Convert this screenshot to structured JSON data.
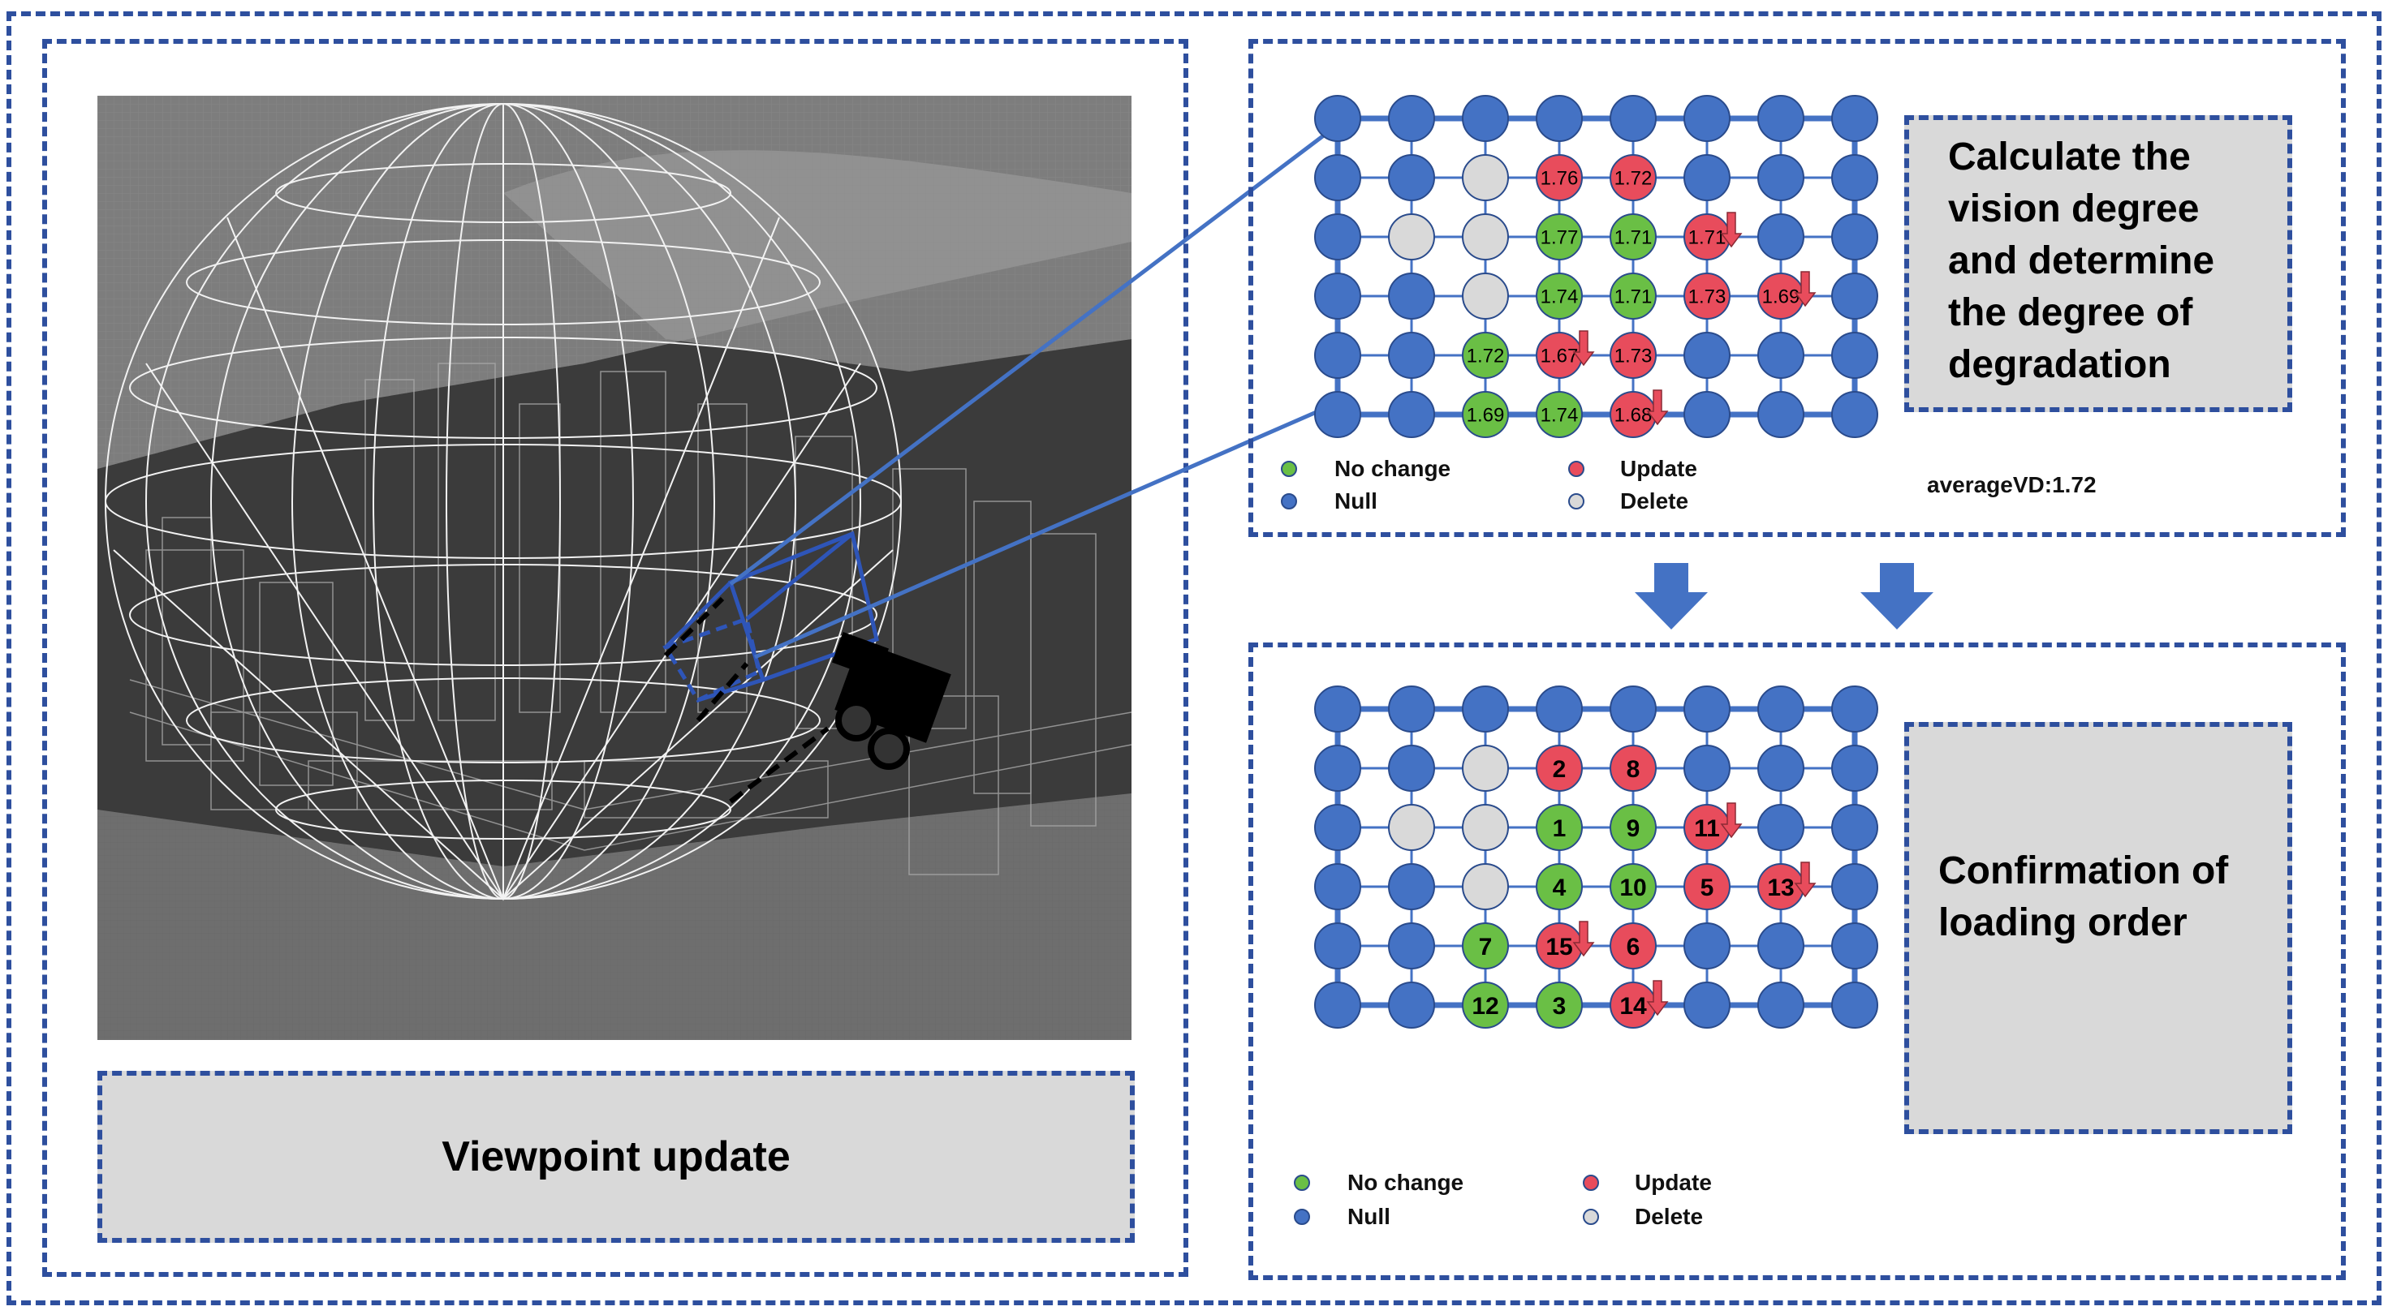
{
  "colors": {
    "border": "#2e4f9e",
    "node_null": "#4472c4",
    "node_nochange": "#6abf45",
    "node_update": "#e84c5c",
    "node_delete": "#d9d9d9",
    "panel_gray": "#d9d9d9",
    "scene_bg": "#3a3a3a"
  },
  "left_panel": {
    "label": "Viewpoint update"
  },
  "top_right": {
    "title": "Calculate the vision degree and determine the degree of degradation",
    "average": "averageVD:1.72"
  },
  "bottom_right": {
    "title": "Confirmation of loading order"
  },
  "legend": {
    "no_change": "No change",
    "update": "Update",
    "null": "Null",
    "delete": "Delete"
  },
  "grid_top": {
    "rows": [
      [
        {
          "s": "null"
        },
        {
          "s": "null"
        },
        {
          "s": "null"
        },
        {
          "s": "null"
        },
        {
          "s": "null"
        },
        {
          "s": "null"
        },
        {
          "s": "null"
        },
        {
          "s": "null"
        }
      ],
      [
        {
          "s": "null"
        },
        {
          "s": "null"
        },
        {
          "s": "delete"
        },
        {
          "s": "update",
          "t": "1.76"
        },
        {
          "s": "update",
          "t": "1.72"
        },
        {
          "s": "null"
        },
        {
          "s": "null"
        },
        {
          "s": "null"
        }
      ],
      [
        {
          "s": "null"
        },
        {
          "s": "delete"
        },
        {
          "s": "delete"
        },
        {
          "s": "nochange",
          "t": "1.77"
        },
        {
          "s": "nochange",
          "t": "1.71"
        },
        {
          "s": "update",
          "t": "1.71",
          "a": true
        },
        {
          "s": "null"
        },
        {
          "s": "null"
        }
      ],
      [
        {
          "s": "null"
        },
        {
          "s": "null"
        },
        {
          "s": "delete"
        },
        {
          "s": "nochange",
          "t": "1.74"
        },
        {
          "s": "nochange",
          "t": "1.71"
        },
        {
          "s": "update",
          "t": "1.73"
        },
        {
          "s": "update",
          "t": "1.69",
          "a": true
        },
        {
          "s": "null"
        }
      ],
      [
        {
          "s": "null"
        },
        {
          "s": "null"
        },
        {
          "s": "nochange",
          "t": "1.72"
        },
        {
          "s": "update",
          "t": "1.67",
          "a": true
        },
        {
          "s": "update",
          "t": "1.73"
        },
        {
          "s": "null"
        },
        {
          "s": "null"
        },
        {
          "s": "null"
        }
      ],
      [
        {
          "s": "null"
        },
        {
          "s": "null"
        },
        {
          "s": "nochange",
          "t": "1.69"
        },
        {
          "s": "nochange",
          "t": "1.74"
        },
        {
          "s": "update",
          "t": "1.68",
          "a": true
        },
        {
          "s": "null"
        },
        {
          "s": "null"
        },
        {
          "s": "null"
        }
      ]
    ]
  },
  "grid_bottom": {
    "rows": [
      [
        {
          "s": "null"
        },
        {
          "s": "null"
        },
        {
          "s": "null"
        },
        {
          "s": "null"
        },
        {
          "s": "null"
        },
        {
          "s": "null"
        },
        {
          "s": "null"
        },
        {
          "s": "null"
        }
      ],
      [
        {
          "s": "null"
        },
        {
          "s": "null"
        },
        {
          "s": "delete"
        },
        {
          "s": "update",
          "t": "2"
        },
        {
          "s": "update",
          "t": "8"
        },
        {
          "s": "null"
        },
        {
          "s": "null"
        },
        {
          "s": "null"
        }
      ],
      [
        {
          "s": "null"
        },
        {
          "s": "delete"
        },
        {
          "s": "delete"
        },
        {
          "s": "nochange",
          "t": "1"
        },
        {
          "s": "nochange",
          "t": "9"
        },
        {
          "s": "update",
          "t": "11",
          "a": true
        },
        {
          "s": "null"
        },
        {
          "s": "null"
        }
      ],
      [
        {
          "s": "null"
        },
        {
          "s": "null"
        },
        {
          "s": "delete"
        },
        {
          "s": "nochange",
          "t": "4"
        },
        {
          "s": "nochange",
          "t": "10"
        },
        {
          "s": "update",
          "t": "5"
        },
        {
          "s": "update",
          "t": "13",
          "a": true
        },
        {
          "s": "null"
        }
      ],
      [
        {
          "s": "null"
        },
        {
          "s": "null"
        },
        {
          "s": "nochange",
          "t": "7"
        },
        {
          "s": "update",
          "t": "15",
          "a": true
        },
        {
          "s": "update",
          "t": "6"
        },
        {
          "s": "null"
        },
        {
          "s": "null"
        },
        {
          "s": "null"
        }
      ],
      [
        {
          "s": "null"
        },
        {
          "s": "null"
        },
        {
          "s": "nochange",
          "t": "12"
        },
        {
          "s": "nochange",
          "t": "3"
        },
        {
          "s": "update",
          "t": "14",
          "a": true
        },
        {
          "s": "null"
        },
        {
          "s": "null"
        },
        {
          "s": "null"
        }
      ]
    ]
  }
}
